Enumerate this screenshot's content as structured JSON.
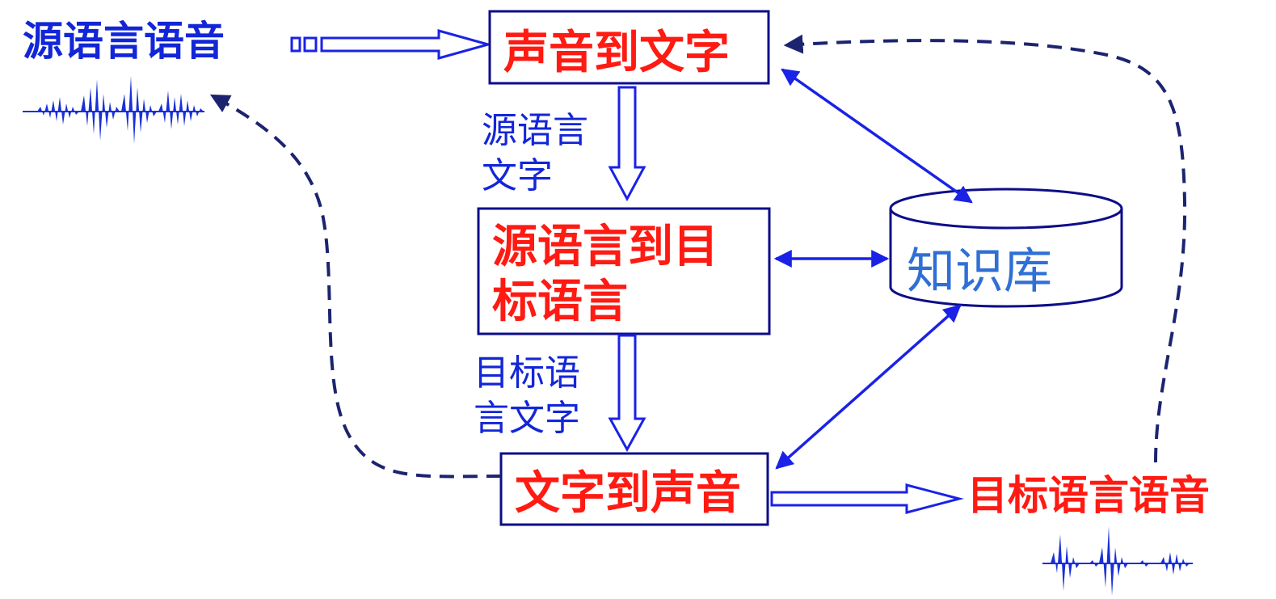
{
  "labels": {
    "source_speech": "源语言语音",
    "source_text_line1": "源语言",
    "source_text_line2": "文字",
    "target_text_line1": "目标语",
    "target_text_line2": "言文字",
    "target_speech": "目标语言语音"
  },
  "boxes": {
    "speech_to_text": "声音到文字",
    "translation_line1": "源语言到目",
    "translation_line2": "标语言",
    "text_to_speech": "文字到声音"
  },
  "knowledge_base": {
    "label": "知识库"
  },
  "colors": {
    "blue_text": "#1226d8",
    "red_text": "#ff1a12",
    "box_border": "#0d0d8a",
    "arrow_blue": "#1a22e6",
    "dashed_navy": "#1c2470",
    "kb_text": "#2f6fd6"
  }
}
